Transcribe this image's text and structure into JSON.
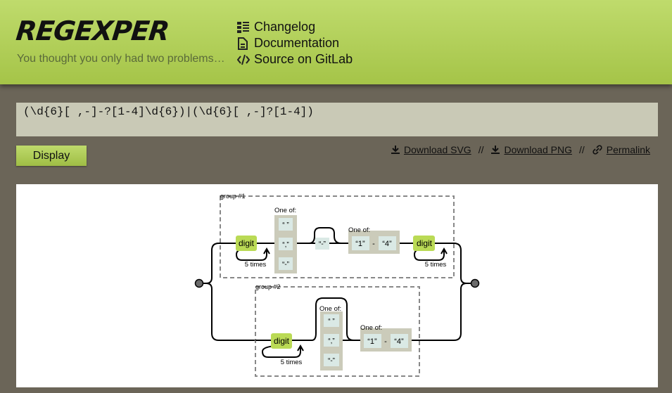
{
  "header": {
    "logo": "REGEXPER",
    "tagline": "You thought you only had two problems…",
    "nav": [
      {
        "label": "Changelog",
        "icon": "list-icon"
      },
      {
        "label": "Documentation",
        "icon": "document-icon"
      },
      {
        "label": "Source on GitLab",
        "icon": "code-icon"
      }
    ]
  },
  "regex_input": {
    "value": "(\\d{6}[ ,-]-?[1-4]\\d{6})|(\\d{6}[ ,-]?[1-4])"
  },
  "display_button": "Display",
  "download_links": {
    "svg": "Download SVG",
    "png": "Download PNG",
    "permalink": "Permalink",
    "separator": "//"
  },
  "diagram": {
    "group1": {
      "label": "group #1",
      "digit1": "digit",
      "repeat1": "5 times",
      "oneof1_label": "One of:",
      "oneof1_items": [
        "“ ”",
        "“,”",
        "“-”"
      ],
      "optional_char": "“-”",
      "oneof2_label": "One of:",
      "range_from": "“1”",
      "range_dash": "-",
      "range_to": "“4”",
      "digit2": "digit",
      "repeat2": "5 times"
    },
    "group2": {
      "label": "group #2",
      "digit": "digit",
      "repeat": "5 times",
      "oneof1_label": "One of:",
      "oneof1_items": [
        "“ ”",
        "“,”",
        "“-”"
      ],
      "oneof2_label": "One of:",
      "range_from": "“1”",
      "range_dash": "-",
      "range_to": "“4”"
    }
  },
  "colors": {
    "header_green": "#b4d05a",
    "background": "#6b6558",
    "input_bg": "#c9c9b6",
    "digit_box": "#bada55",
    "literal_box": "#dae9e5",
    "oneof_box": "#cbcbba"
  }
}
